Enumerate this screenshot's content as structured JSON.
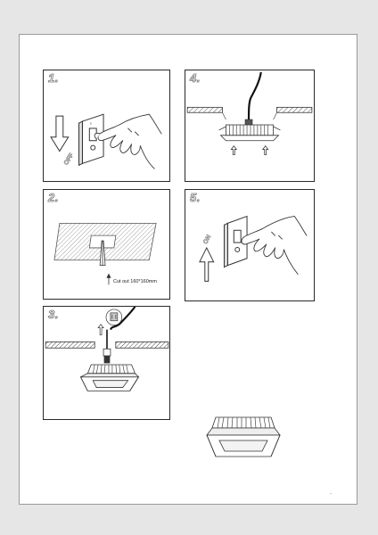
{
  "steps": [
    {
      "number": "1.",
      "arrow_text": "OFF"
    },
    {
      "number": "2.",
      "caption": "Cut out 160*160mm"
    },
    {
      "number": "3."
    },
    {
      "number": "4."
    },
    {
      "number": "5.",
      "arrow_text": "ON"
    }
  ]
}
